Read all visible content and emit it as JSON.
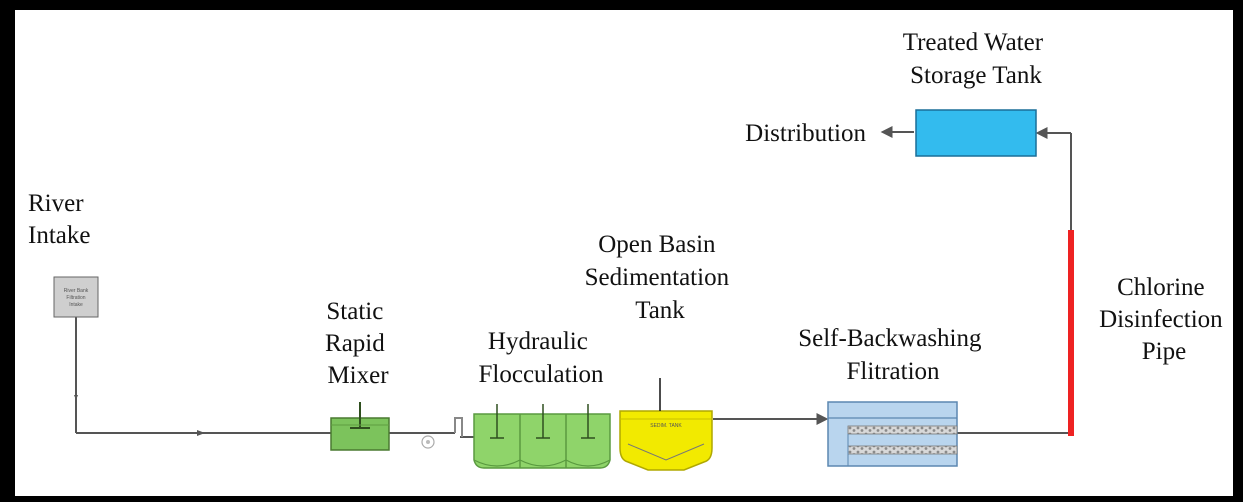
{
  "labels": {
    "river_intake": [
      "River",
      "Intake"
    ],
    "static_rapid_mixer": [
      "Static",
      "Rapid",
      "Mixer"
    ],
    "hydraulic_flocculation": [
      "Hydraulic",
      "Flocculation"
    ],
    "open_basin_sedimentation": [
      "Open Basin",
      "Sedimentation",
      "Tank"
    ],
    "self_backwashing_filtration": [
      "Self-Backwashing",
      "Flitration"
    ],
    "chlorine_disinfection": [
      "Chlorine",
      "Disinfection",
      "Pipe"
    ],
    "treated_water_storage": [
      "Treated Water",
      "Storage Tank"
    ],
    "distribution": "Distribution"
  },
  "colors": {
    "frame": "#000000",
    "pipe": "#555555",
    "intake_box": "#cfcfcf",
    "mixer": "#7cc35c",
    "flocculation": "#8fd46a",
    "sedimentation": "#f2ea00",
    "filtration": "#b9d5ee",
    "chlorine_pipe": "#ee2222",
    "storage_tank": "#33bbee"
  }
}
